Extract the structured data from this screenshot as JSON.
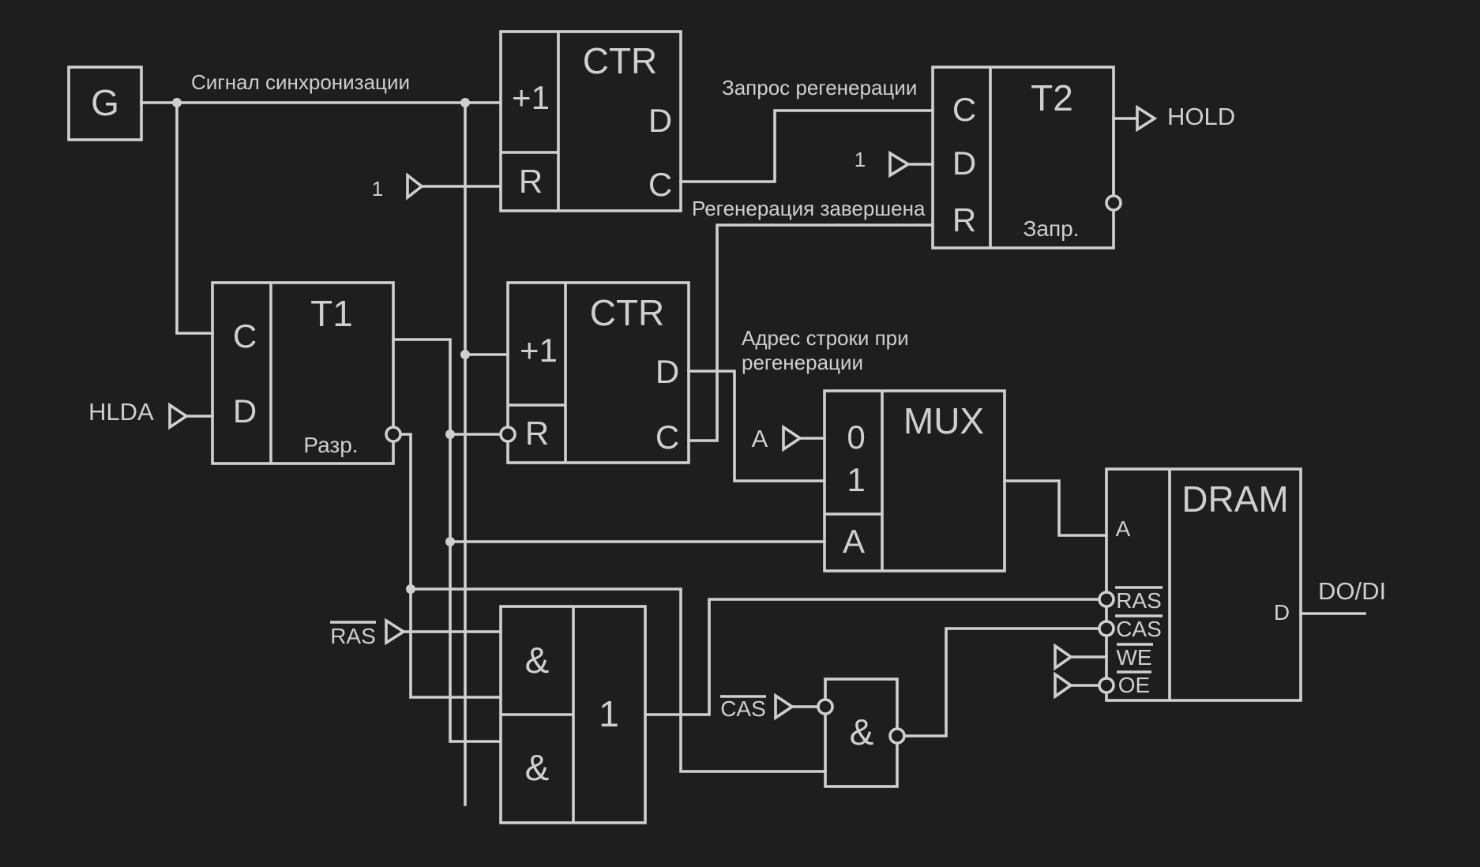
{
  "diagram": {
    "generator": {
      "label": "G"
    },
    "wire_labels": {
      "sync_signal": "Сигнал синхронизации",
      "regen_request": "Запрос регенерации",
      "regen_done": "Регенерация завершена",
      "row_address_line1": "Адрес строки при",
      "row_address_line2": "регенерации"
    },
    "counter_top": {
      "title": "CTR",
      "inc": "+1",
      "reset": "R",
      "out_d": "D",
      "out_c": "C"
    },
    "trigger_t2": {
      "title": "T2",
      "in_c": "C",
      "in_d": "D",
      "in_r": "R",
      "sub": "Запр.",
      "d_const": "1"
    },
    "trigger_t1": {
      "title": "T1",
      "in_c": "C",
      "in_d": "D",
      "sub": "Разр."
    },
    "counter_mid": {
      "title": "CTR",
      "inc": "+1",
      "reset": "R",
      "out_d": "D",
      "out_c": "C"
    },
    "mux": {
      "title": "MUX",
      "in0": "0",
      "in1": "1",
      "sel": "A",
      "a_input": "A"
    },
    "dram": {
      "title": "DRAM",
      "in_a": "A",
      "ras": "RAS",
      "cas": "CAS",
      "we": "WE",
      "oe": "OE",
      "out_d": "D"
    },
    "gates": {
      "and1": "&",
      "and2": "&",
      "or": "1",
      "and3": "&"
    },
    "signals": {
      "hold": "HOLD",
      "hlda": "HLDA",
      "ras": "RAS",
      "cas": "CAS",
      "do_di": "DO/DI",
      "const_one": "1"
    }
  }
}
